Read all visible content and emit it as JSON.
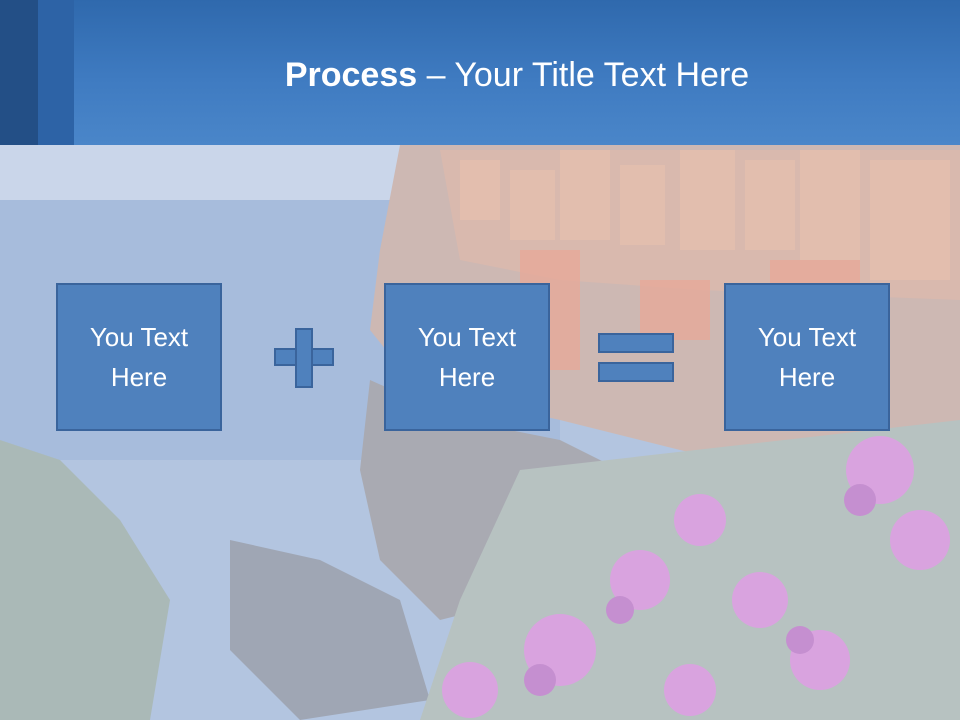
{
  "slide": {
    "title_bold": "Process",
    "title_rest": " – Your Title Text Here"
  },
  "process": {
    "boxes": [
      {
        "text": "You Text Here"
      },
      {
        "text": "You Text Here"
      },
      {
        "text": "You Text Here"
      }
    ],
    "operators": [
      "plus-icon",
      "equals-icon"
    ]
  },
  "colors": {
    "header": "#3f7bc1",
    "box_fill": "#4f81bd",
    "box_border": "#3a649c",
    "text": "#ffffff"
  }
}
